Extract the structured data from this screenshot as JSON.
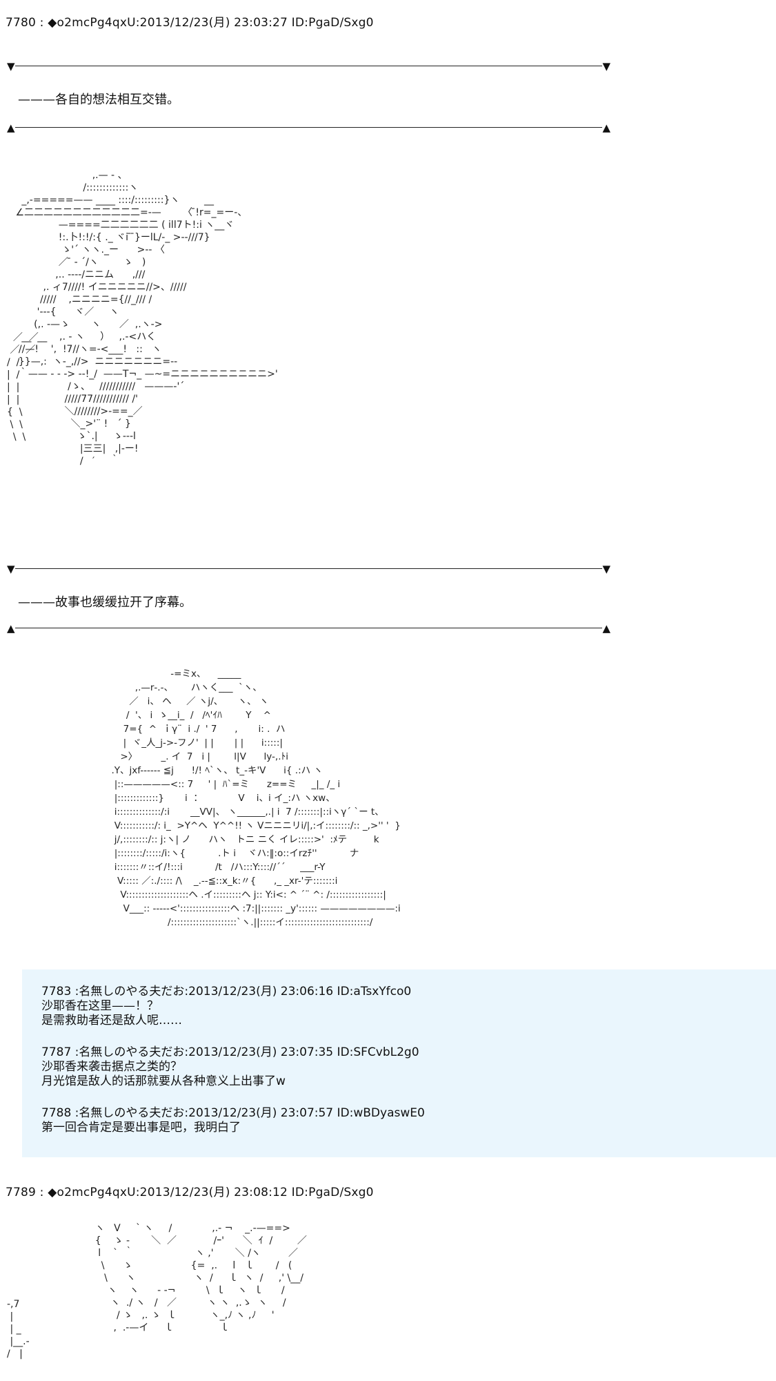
{
  "posts": [
    {
      "header": "7780 : ◆o2mcPg4qxU:2013/12/23(月) 23:03:27 ID:PgaD/Sxg0"
    },
    {
      "header": "7789 : ◆o2mcPg4qxU:2013/12/23(月) 23:08:12 ID:PgaD/Sxg0"
    }
  ],
  "dividers": {
    "down": "▼",
    "up": "▲"
  },
  "narration": [
    "———各自的想法相互交错。",
    "———故事也缓缓拉开了序幕。"
  ],
  "art": {
    "scene1": "                          ,.— ‐ 、\n                       /:::::::::::::ヽ\n   _,-=====—— ____ ::::/:::::::::}ヽ        __\n ∠二二二二二二二二二二二二=-—       〈 ̄!r=_=ー-、\n               —====二二二二二二 ( ill7ト!:i ヽ__ヾ\n               !:.卜!:!/:{ ._ ヾi ̄ ̄}ーlL/-_ >--///7}\n                ゝ'´ ヽヽ._ー      >-‐ 〈\n               ／ ̄ - ´/ヽ        ゝ   )\n              ,.. -‐‐‐/ニニム      ,///\n          ,. ィ7////! イニニニニニ//>、/////\n         /////    ,ニニニニ={//_/// /\n        '---{      ヾ／     ヽ\n       (,. -—ゝ       ヽ      ／  ,.ヽ->\n   __  __    ,. ‐ ヽ     ）   ,.-<ハく\n  //—!    ',  !7//ヽ=-<___!   ::   ヽ\n  }}—,:  ヽ-_,//>  ニニニニニニニ=--\n  ｀—— - - -> -‐!_/  ——T¬_ —~=ニニニニニニニニニニ>'\n                  /ゝ、   ///////////   ———‐'´\n                 /////77/////////// /'\n                 ＼////////>-==_／ \n                   ＼_>'¨ !   ´ }\n                     ゝ`.|     ゝ---l\n                      |三三|   ,|‐ー!\n                      /   ′     ｀",
    "scene1_lines": "  ／  ／\n ／  ／\n/  /\n|  /\n|  |\n|  |\n{  \\\n \\  \\\n  \\  \\",
    "scene2": "                         -=ミx、    _____\n             ,.—r‐.-、      ハヽく___  `ヽ、\n           ／   i、 ヘ     ／ ヽj/、     ヽ、 ヽ\n          /  '、 i  ゝ__i_  /   /ﾍ'ｲﾊ        Y    ^\n         7={  ^  ｉγ¨  i ./  ' 7      ,       i: .  ハ\n         |  ヾ_人_j->-フノ'  | |       | |      i:::::|\n        >〉        _. イ  7   i |        l|V      ly-,.ﾄi\n     .Y、jxf------ ≦j      !/! ﾍ`ヽ、 t_-キ'V      i{ .:ハ ヽ\n      |::—————<:: 7     ' |  ﾊ`=ミ      z==ミ     _|_ /_ i\n      |:::::::::::::}       i  ：            V    i、i イ_:ハ ヽxw、\n      i::::::::::::::/:i       __VV|、 ヽ______,.| i  7 /:::::::|::iヽγ´ `ー t、\n      V:::::::::::/: i_  >Y^ヘ  Y^^!! ヽ Vニニニリi/|,:イ::::::::/:: _,>'' '  }\n      j/,::::::::/:: j:ヽ| ノ      ハヽ   トニ ニく イレ:::::>'  :ﾒテ         k\n      |::::::::/:::::/i:ヽ{           .ト i    ヾハ:‖:o::イrzﾁ''           ナ\n      i:::::::〃::イ/!:::i           /t   /ハ:::Y:::://´´     ___r-Y\n       V::::: ／:./:::: /\\    _.-‐≦::x_k:〃{      ,_ _xr-'テ:::::::i\n        V::::::::::::::::::::ヘ .イ:::::::::ヘ j:: Y:i<: ^ ´¨ ^: /:::::::::::::::::|\n         V___:: -----<'::::::::::::::::ヘ :7:||::::::: _y':::::: ————————:i\n                        /:::::::::::::::::::::`ヽ.||:::::イ:::::::::::::::::::::::::::/",
    "scene3": "    ヽ   V     ` ヽ     /             ,.- ¬    _.-—==>\n    {    ゝ -       ＼  ／            /ｰ'      ＼  ｲ  /        ／\n     l    `  ｀                    ヽ ,'       ＼ /ヽ         ／\n      \\      ゝ                   {=  ,.     l   ｌ       /   (\n       \\      ヽ                   ヽ  /     ｌ  ヽ  /     ,' \\__/\n        ヽ    ヽ      ‐ -¬          \\  ｌ    ヽ  ｌ      /\n         ヽ  ./ ヽ   /   ／          ヽ ヽ  ,.ゝ  ヽ     /\n           / ゝ   ,. ゝ  ｌ           ヽ_,ﾉ ヽ ,ﾉ     '\n          ,  .-—イ     ｌ               ｌ       ",
    "scene3_left": "-,7\n |\n | _\n |__.-\n/   |"
  },
  "replies": [
    {
      "meta": "7783 :名無しのやる夫だお:2013/12/23(月) 23:06:16 ID:aTsxYfco0",
      "lines": [
        "沙耶香在这里——！？",
        "是需救助者还是敌人呢……"
      ]
    },
    {
      "meta": "7787 :名無しのやる夫だお:2013/12/23(月) 23:07:35 ID:SFCvbL2g0",
      "lines": [
        "沙耶香来袭击据点之类的？",
        "月光馆是敌人的话那就要从各种意义上出事了w"
      ]
    },
    {
      "meta": "7788 :名無しのやる夫だお:2013/12/23(月) 23:07:57 ID:wBDyaswE0",
      "lines": [
        "第一回合肯定是要出事是吧，我明白了"
      ]
    }
  ],
  "colors": {
    "reply_bg": "#eaf6fd",
    "text": "#111111",
    "background": "#ffffff"
  }
}
